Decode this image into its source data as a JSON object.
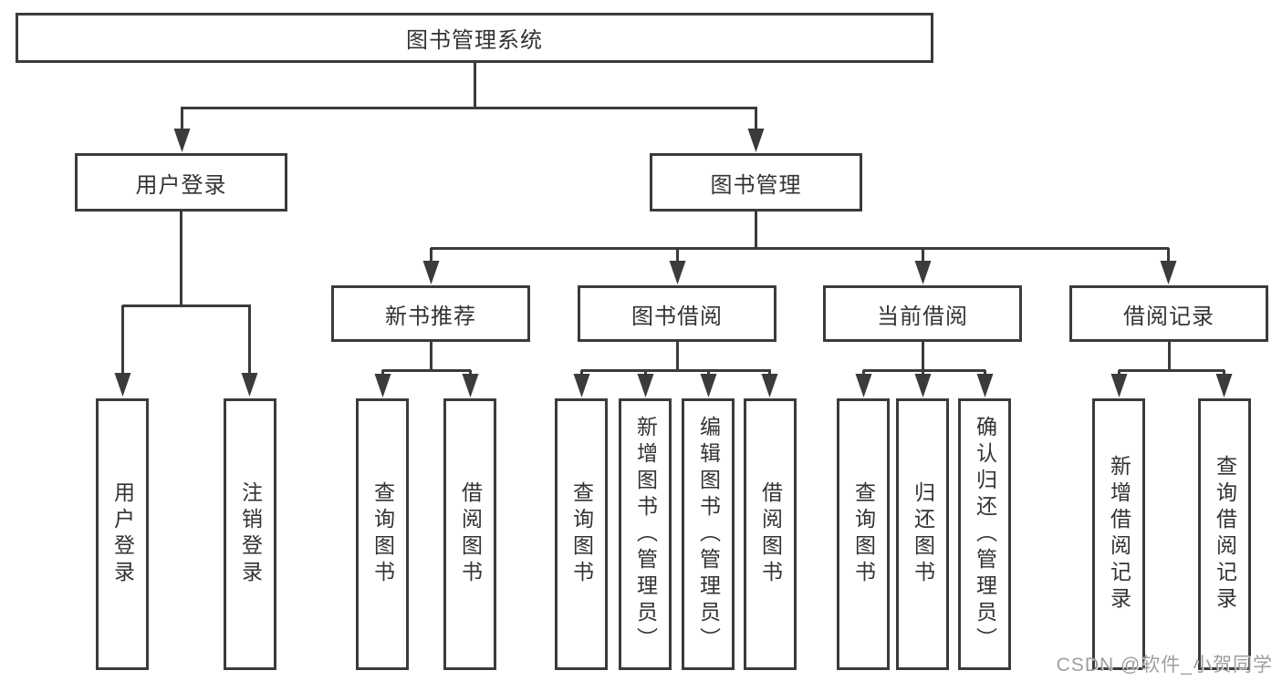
{
  "diagram": {
    "tree": {
      "label": "图书管理系统",
      "children": [
        {
          "label": "用户登录",
          "children": [
            {
              "label": "用户登录"
            },
            {
              "label": "注销登录"
            }
          ]
        },
        {
          "label": "图书管理",
          "children": [
            {
              "label": "新书推荐",
              "children": [
                {
                  "label": "查询图书"
                },
                {
                  "label": "借阅图书"
                }
              ]
            },
            {
              "label": "图书借阅",
              "children": [
                {
                  "label": "查询图书"
                },
                {
                  "label": "新增图书（管理员）"
                },
                {
                  "label": "编辑图书（管理员）"
                },
                {
                  "label": "借阅图书"
                }
              ]
            },
            {
              "label": "当前借阅",
              "children": [
                {
                  "label": "查询图书"
                },
                {
                  "label": "归还图书"
                },
                {
                  "label": "确认归还（管理员）"
                }
              ]
            },
            {
              "label": "借阅记录",
              "children": [
                {
                  "label": "新增借阅记录"
                },
                {
                  "label": "查询借阅记录"
                }
              ]
            }
          ]
        }
      ]
    },
    "watermark": "CSDN @软件_小贺同学",
    "colors": {
      "line": "#3b3b3b",
      "text": "#333333",
      "background": "#ffffff",
      "watermark": "#969696"
    }
  }
}
